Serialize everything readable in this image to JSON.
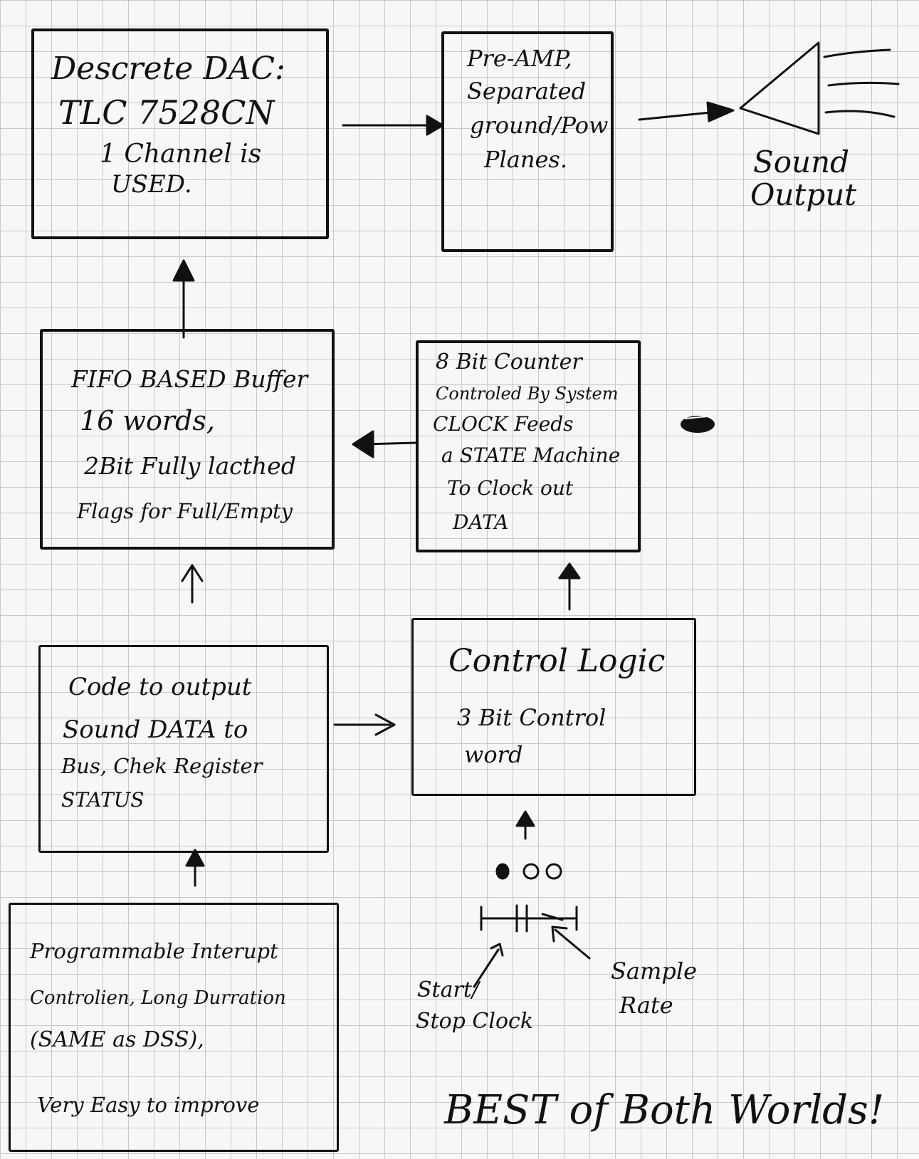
{
  "boxes": {
    "dac": {
      "lines": [
        "Descrete DAC:",
        "TLC 7528CN",
        "1 Channel is",
        "USED."
      ]
    },
    "preamp": {
      "lines": [
        "Pre-AMP,",
        "Separated",
        "ground/Pow",
        "Planes."
      ]
    },
    "fifo": {
      "lines": [
        "FIFO BASED Buffer",
        "16 words,",
        "2Bit Fully lacthed",
        "Flags for Full/Empty"
      ]
    },
    "counter": {
      "lines": [
        "8 Bit Counter",
        "Controled By System",
        "CLOCK Feeds",
        "a STATE Machine",
        "To Clock out",
        "DATA"
      ]
    },
    "code": {
      "lines": [
        "Code to output",
        "Sound DATA to",
        "Bus, Chek Register",
        "STATUS"
      ]
    },
    "control": {
      "title": "Control Logic",
      "lines": [
        "3 Bit Control",
        "word"
      ]
    },
    "pic": {
      "lines": [
        "Programmable Interupt",
        "Controlien, Long Durration",
        "(SAME as DSS),",
        "Very Easy to improve"
      ]
    }
  },
  "labels": {
    "sound_output": [
      "Sound",
      "Output"
    ],
    "start_stop": [
      "Start/",
      "Stop Clock"
    ],
    "sample_rate": [
      "Sample",
      "Rate"
    ],
    "footer": "BEST of Both Worlds!"
  }
}
